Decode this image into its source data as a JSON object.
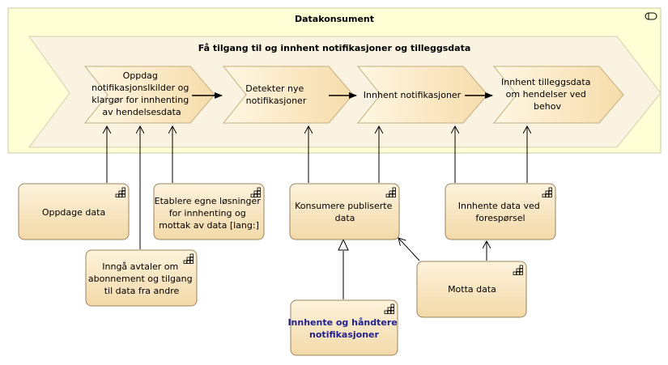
{
  "container": {
    "title": "Datakonsument",
    "fill": "#ffffd5",
    "border": "#c8c8a0"
  },
  "value_stream": {
    "title": "Få tilgang til og innhent notifikasjoner og tilleggsdata",
    "fill": "#fbf3e1",
    "stages": [
      {
        "lines": [
          "Oppdag",
          "notifikasjonslkilder og",
          "klargør for innhenting",
          "av hendelsesdata"
        ]
      },
      {
        "lines": [
          "Detekter nye",
          "notifikasjoner"
        ]
      },
      {
        "lines": [
          "Innhent  notifikasjoner"
        ]
      },
      {
        "lines": [
          "Innhent tilleggsdata",
          "om hendelser ved",
          "behov"
        ]
      }
    ]
  },
  "capabilities": [
    {
      "id": "oppdage-data",
      "lines": [
        "Oppdage data"
      ],
      "highlight": false
    },
    {
      "id": "inngaa-avtaler",
      "lines": [
        "Inngå avtaler om",
        "abonnement og tilgang",
        "til data fra andre"
      ],
      "highlight": false
    },
    {
      "id": "etablere-losninger",
      "lines": [
        "Etablere egne løsninger",
        "for innhenting og",
        "mottak av data [lang:]"
      ],
      "highlight": false
    },
    {
      "id": "konsumere-publiserte",
      "lines": [
        "Konsumere publiserte",
        "data"
      ],
      "highlight": false
    },
    {
      "id": "innhente-ved-foresporsel",
      "lines": [
        "Innhente data ved",
        "forespørsel"
      ],
      "highlight": false
    },
    {
      "id": "motta-data",
      "lines": [
        "Motta data"
      ],
      "highlight": false
    },
    {
      "id": "innhente-handtere",
      "lines": [
        "Innhente og håndtere",
        "notifikasjoner"
      ],
      "highlight": true
    }
  ],
  "colors": {
    "capability_top": "#fdf3dc",
    "capability_bottom": "#f3d9a8",
    "capability_border": "#9a8460",
    "highlight_text": "#1f1f8f",
    "line": "#000000"
  }
}
